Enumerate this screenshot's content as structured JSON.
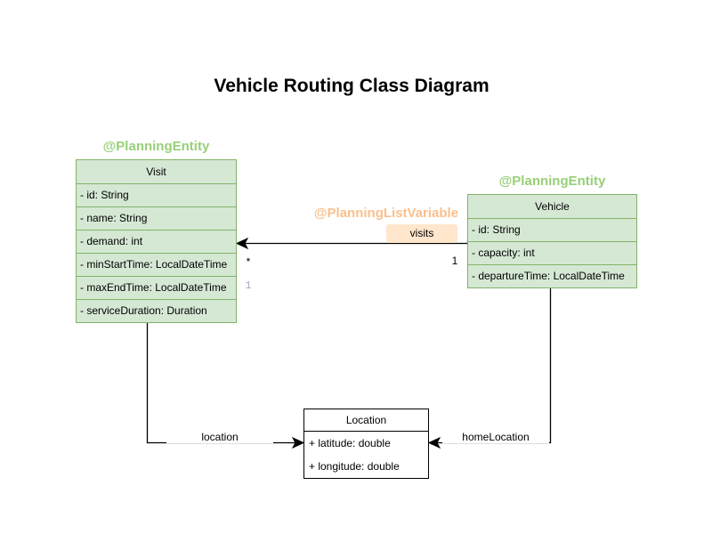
{
  "title": "Vehicle Routing Class Diagram",
  "colors": {
    "class_fill_green": "#d5e8d4",
    "class_stroke_green": "#82b366",
    "annotation_green": "#97d077",
    "annotation_orange": "#fac08c",
    "edge_label_fill": "#ffe6cc",
    "multiplicity_purple": "#b1a3c9",
    "line_color": "#000000"
  },
  "classes": {
    "visit": {
      "annotation": "@PlanningEntity",
      "name": "Visit",
      "attributes": [
        "- id: String",
        "- name: String",
        "- demand: int",
        "- minStartTime: LocalDateTime",
        "- maxEndTime: LocalDateTime",
        "- serviceDuration: Duration"
      ]
    },
    "vehicle": {
      "annotation": "@PlanningEntity",
      "name": "Vehicle",
      "attributes": [
        "- id: String",
        "- capacity: int",
        "- departureTime: LocalDateTime"
      ]
    },
    "location": {
      "name": "Location",
      "attributes": [
        "+ latitude: double",
        "+ longitude: double"
      ]
    }
  },
  "edges": {
    "visits": {
      "annotation": "@PlanningListVariable",
      "label": "visits",
      "multiplicity_target": "*",
      "multiplicity_source": "1",
      "multiplicity_extra": "1"
    },
    "location": {
      "label": "location"
    },
    "home_location": {
      "label": "homeLocation"
    }
  }
}
